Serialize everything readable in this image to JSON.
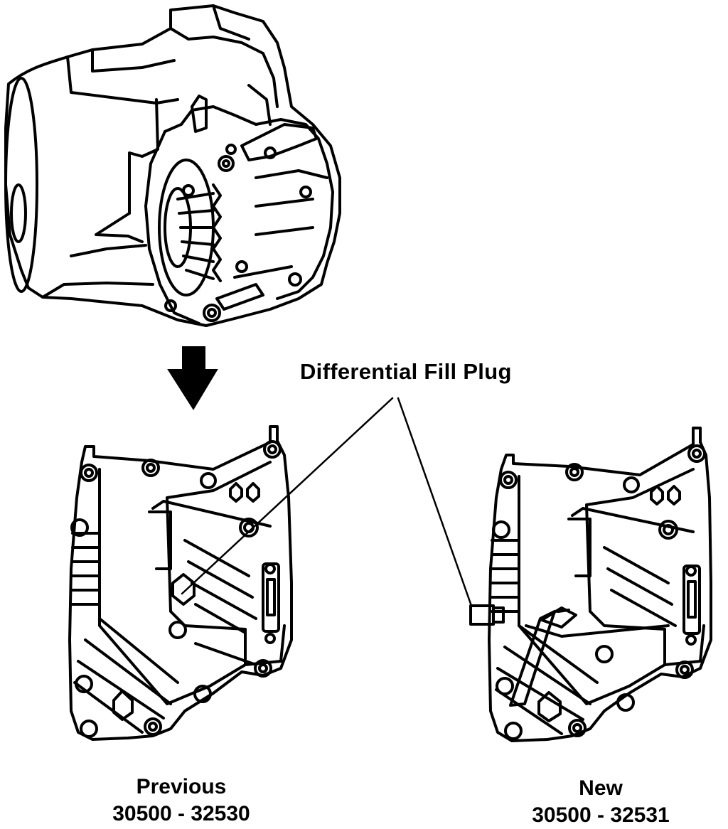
{
  "callout": {
    "label": "Differential Fill Plug"
  },
  "variants": [
    {
      "name": "Previous",
      "part_number": "30500 - 32530"
    },
    {
      "name": "New",
      "part_number": "30500 - 32531"
    }
  ],
  "icons": {
    "arrow": "down-arrow-icon"
  }
}
